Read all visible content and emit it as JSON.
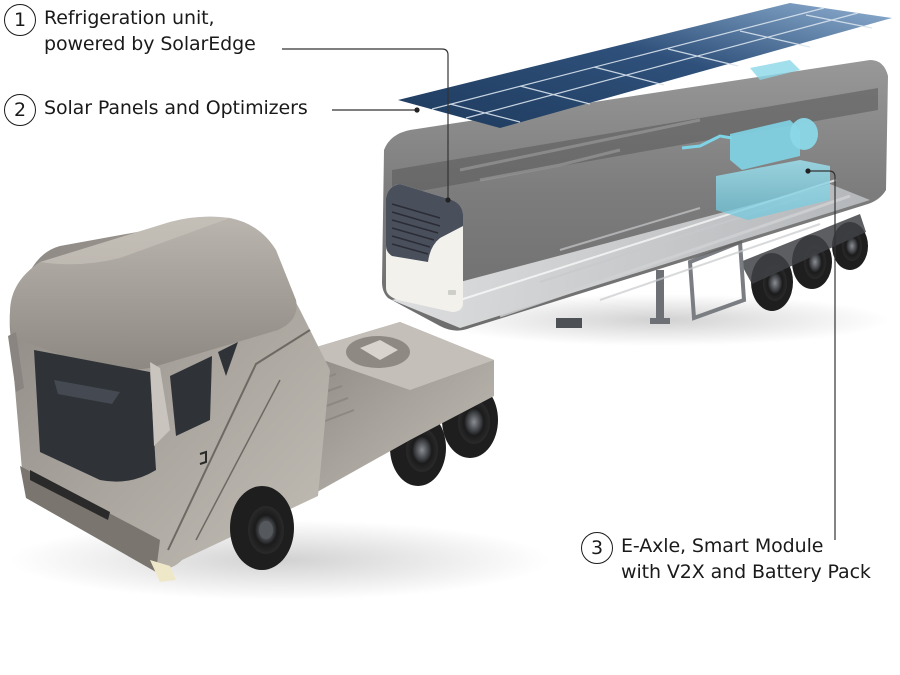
{
  "callouts": [
    {
      "number": "1",
      "label": "Refrigeration unit,\npowered by SolarEdge",
      "target": "refrigeration-unit"
    },
    {
      "number": "2",
      "label": "Solar Panels and Optimizers",
      "target": "solar-panels"
    },
    {
      "number": "3",
      "label": "E-Axle, Smart Module\nwith V2X and Battery Pack",
      "target": "e-axle-battery"
    }
  ],
  "colors": {
    "text": "#1a1a1a",
    "leader_line": "#333333",
    "solar_panel": "#2b4a6e",
    "trailer_shell": "#6e6e6e",
    "truck_body": "#9a948c",
    "battery_highlight": "#7fd3e6",
    "reefer_grille": "#4a4f5c",
    "reefer_body": "#f2f1ec",
    "tire": "#1e1e1e"
  }
}
